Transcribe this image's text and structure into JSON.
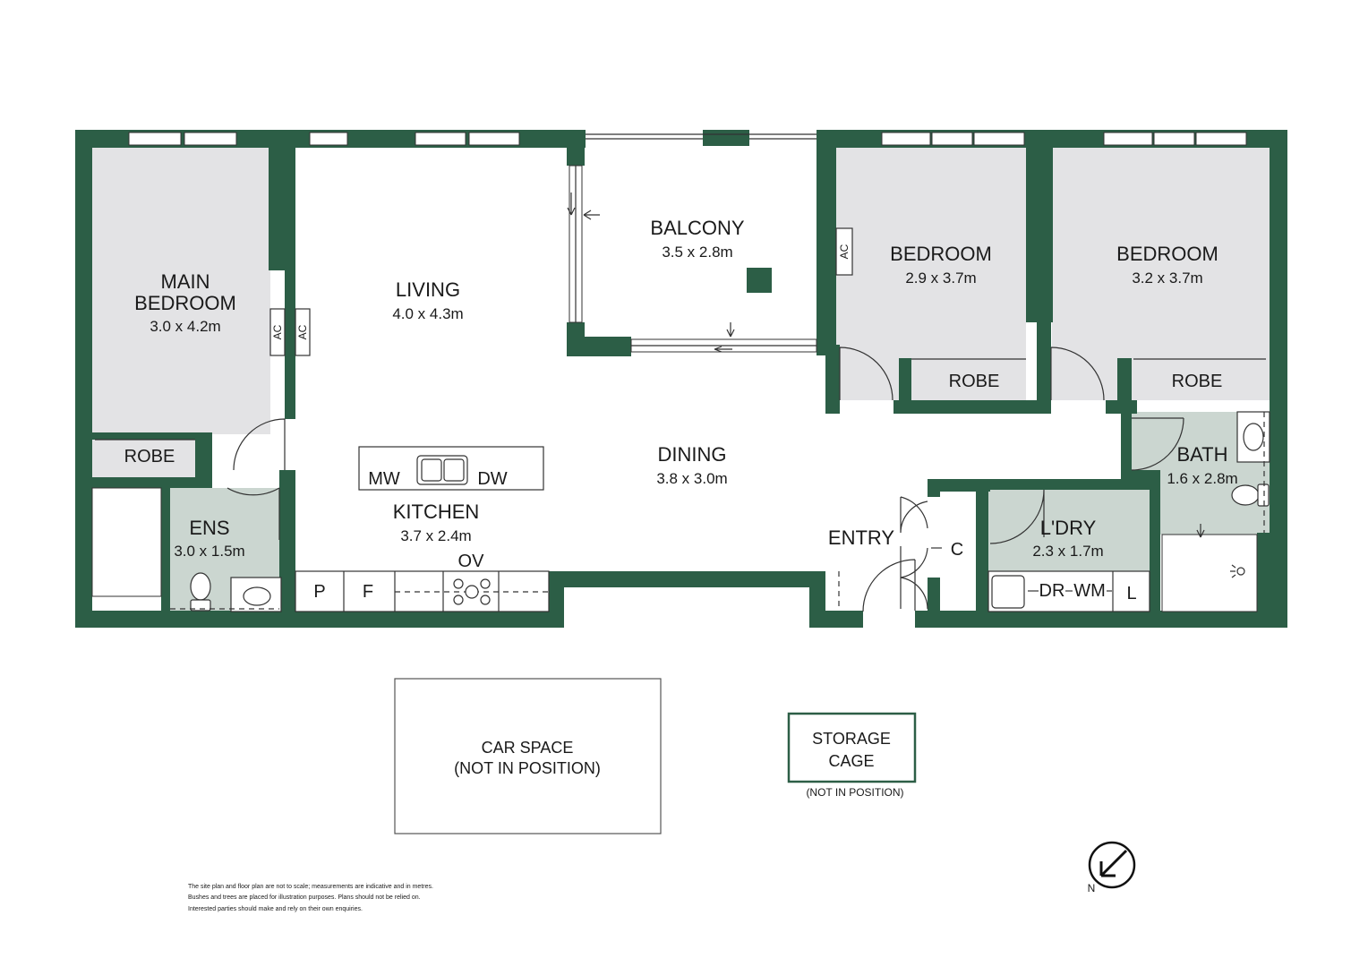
{
  "colors": {
    "wall": "#2c5e46",
    "room_grey": "#e3e3e5",
    "wet_area": "#cbd6d0",
    "window": "#ffffff",
    "line": "#333333"
  },
  "rooms": {
    "main_bedroom": {
      "name_line1": "MAIN",
      "name_line2": "BEDROOM",
      "size": "3.0 x 4.2m"
    },
    "living": {
      "name": "LIVING",
      "size": "4.0 x 4.3m"
    },
    "balcony": {
      "name": "BALCONY",
      "size": "3.5 x 2.8m"
    },
    "bedroom_2": {
      "name": "BEDROOM",
      "size": "2.9 x 3.7m"
    },
    "bedroom_3": {
      "name": "BEDROOM",
      "size": "3.2 x 3.7m"
    },
    "dining": {
      "name": "DINING",
      "size": "3.8 x 3.0m"
    },
    "kitchen": {
      "name": "KITCHEN",
      "size": "3.7 x 2.4m"
    },
    "ensuite": {
      "name": "ENS",
      "size": "3.0 x 1.5m"
    },
    "bath": {
      "name": "BATH",
      "size": "1.6 x 2.8m"
    },
    "laundry": {
      "name": "L'DRY",
      "size": "2.3 x 1.7m"
    },
    "entry": {
      "name": "ENTRY"
    }
  },
  "fixtures": {
    "robe": "ROBE",
    "ac": "AC",
    "microwave": "MW",
    "dishwasher": "DW",
    "oven": "OV",
    "pantry": "P",
    "fridge": "F",
    "coat_cupboard": "C",
    "dryer": "DR",
    "washing_machine": "WM",
    "linen": "L"
  },
  "outbuildings": {
    "car_space_line1": "CAR SPACE",
    "car_space_line2": "(NOT IN POSITION)",
    "storage_line1": "STORAGE",
    "storage_line2": "CAGE",
    "storage_note": "(NOT IN POSITION)"
  },
  "compass": {
    "north_label": "N",
    "icon": "north-arrow-icon"
  },
  "disclaimer": {
    "line1": "The site plan and floor plan are not to scale; measurements are indicative and in metres.",
    "line2": "Bushes and trees are placed for illustration purposes. Plans should not be relied on.",
    "line3": "Interested parties should make and rely on their own enquiries."
  }
}
